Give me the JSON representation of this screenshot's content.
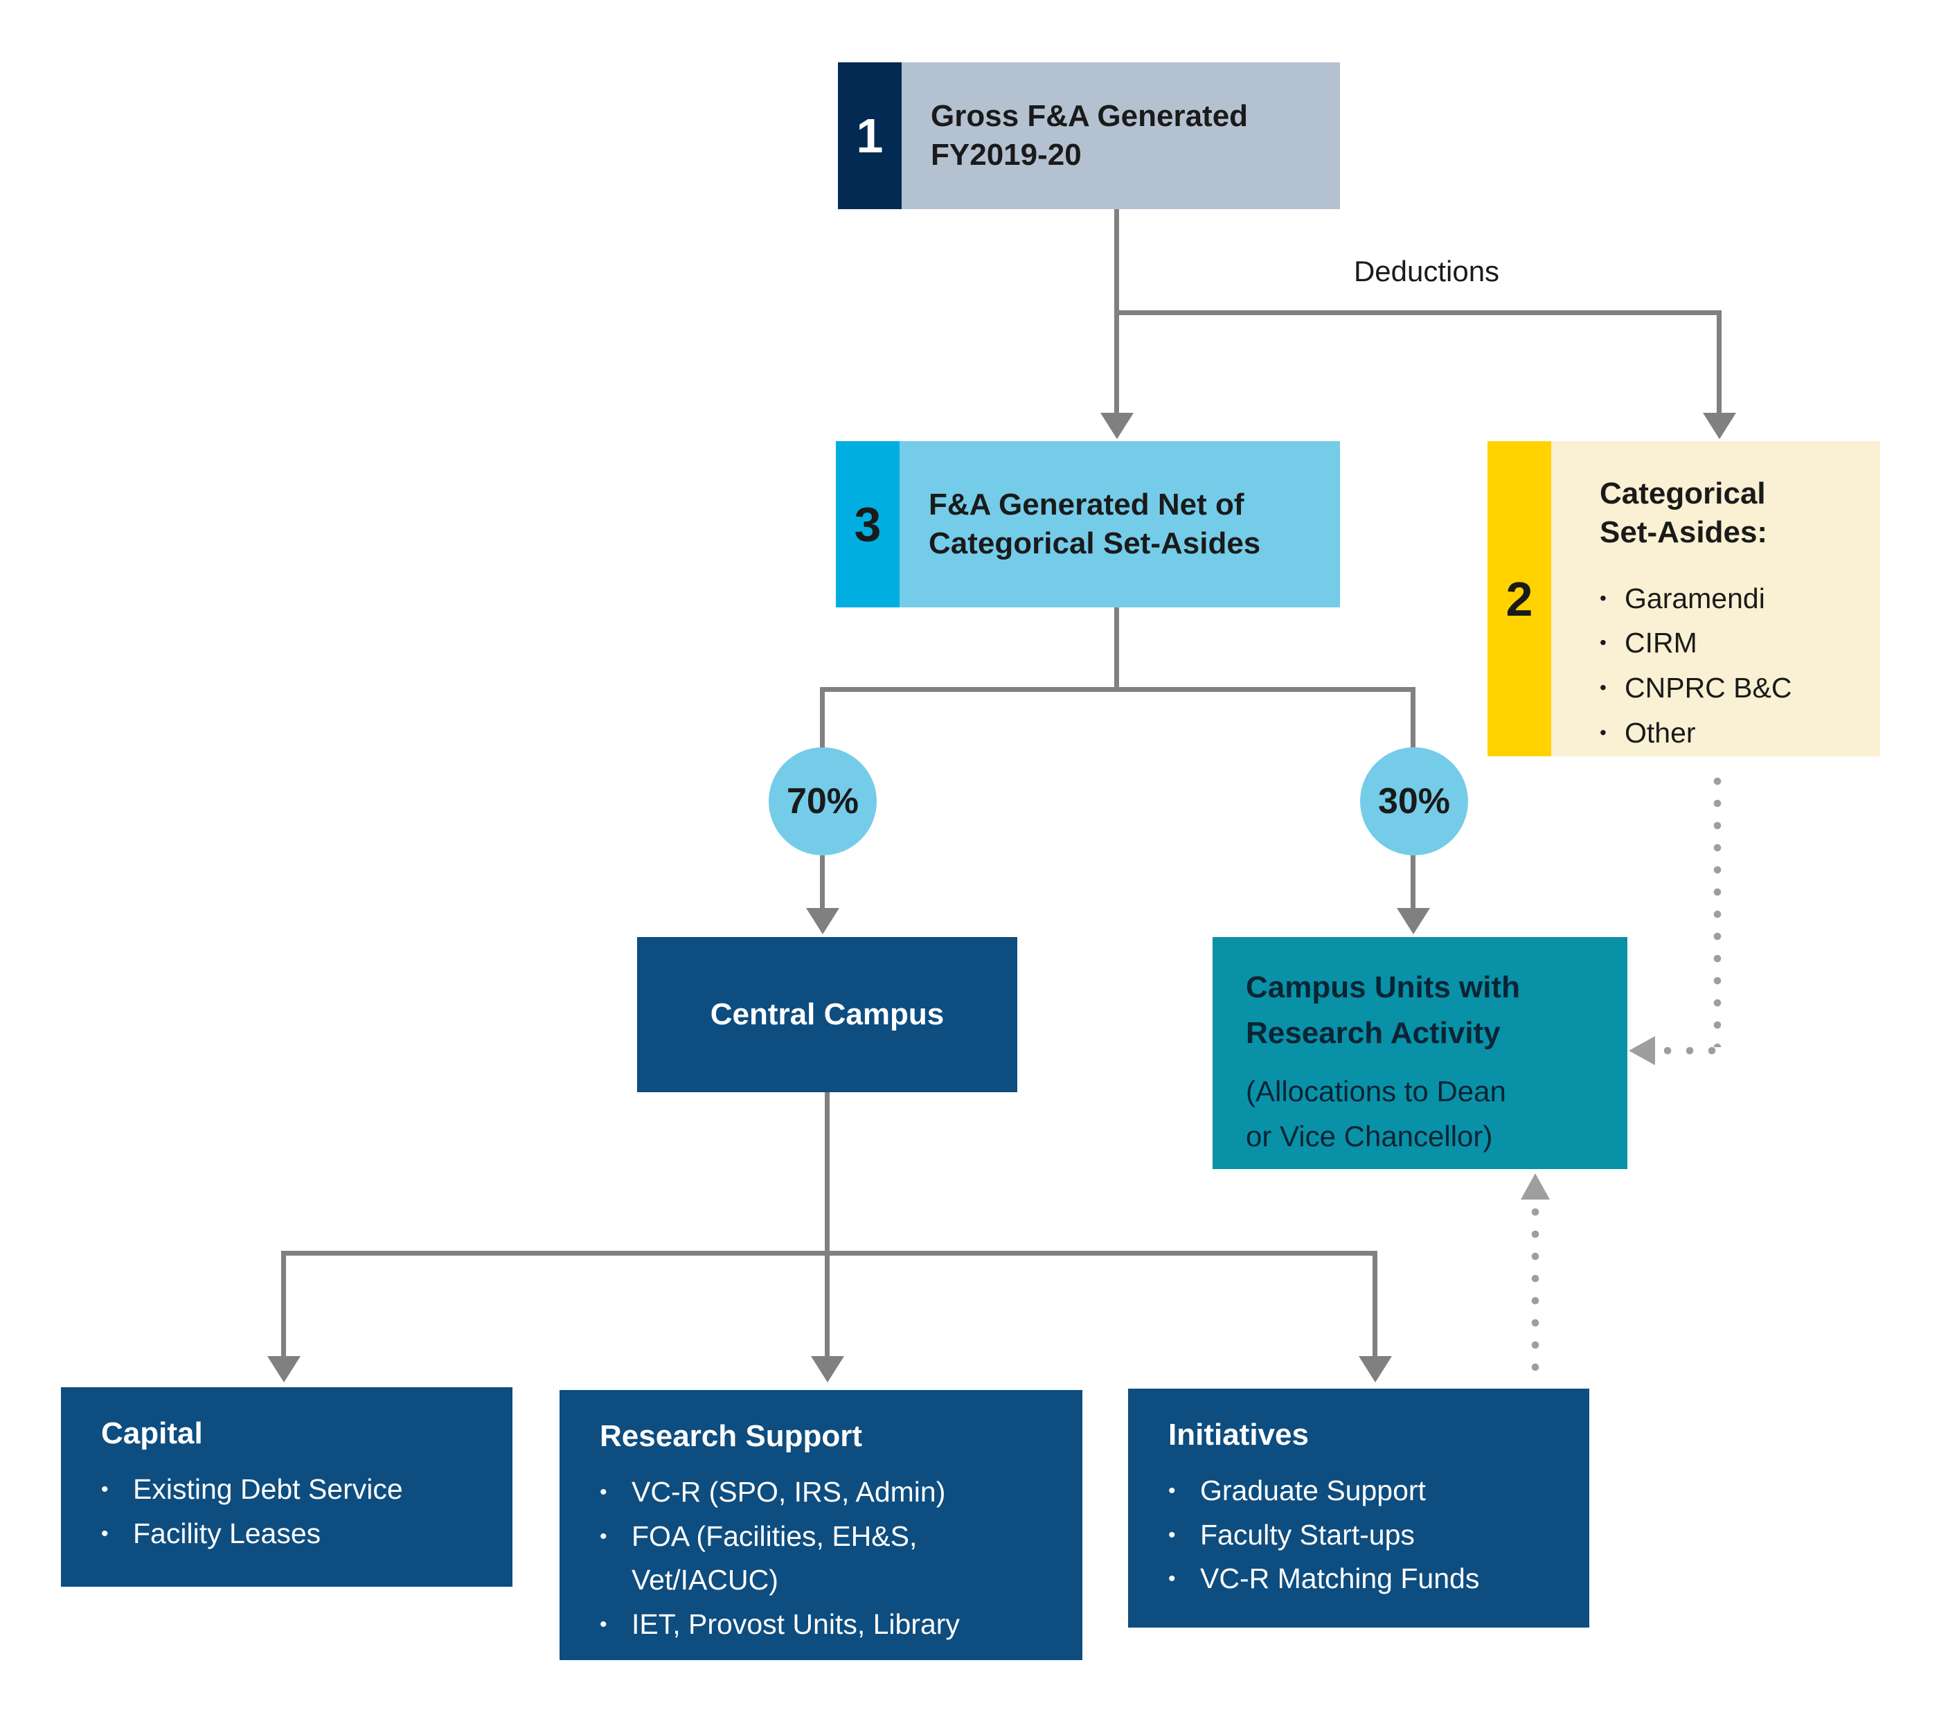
{
  "ui": {
    "bullet_glyph": "•"
  },
  "colors": {
    "navy_dark": "#032A52",
    "gray_blue": "#B4C1D0",
    "cyan": "#00AEE2",
    "light_blue": "#74CCE9",
    "gold": "#FFD200",
    "cream": "#FAF0D3",
    "navy": "#0E4D7F",
    "teal": "#0991A8",
    "line": "#808080",
    "dotted": "#9E9E9E",
    "ink": "#1A1A1A",
    "teal_ink": "#0A2433"
  },
  "flow": {
    "step1": {
      "number": "1",
      "title_line1": "Gross F&A Generated",
      "title_line2": "FY2019-20"
    },
    "deductions_label": "Deductions",
    "step3": {
      "number": "3",
      "title_line1": "F&A Generated Net of",
      "title_line2": "Categorical Set-Asides"
    },
    "step2": {
      "number": "2",
      "heading_line1": "Categorical",
      "heading_line2": "Set-Asides:",
      "bullets": [
        "Garamendi",
        "CIRM",
        "CNPRC B&C",
        "Other"
      ]
    },
    "split": {
      "left_pct": "70%",
      "right_pct": "30%"
    },
    "central_campus": {
      "title": "Central Campus"
    },
    "campus_units": {
      "title_line1": "Campus Units with",
      "title_line2": "Research Activity",
      "subtitle_line1": "(Allocations to Dean",
      "subtitle_line2": "or Vice Chancellor)"
    },
    "capital": {
      "heading": "Capital",
      "bullets": [
        "Existing Debt Service",
        "Facility Leases"
      ]
    },
    "research_support": {
      "heading": "Research Support",
      "bullets": [
        "VC-R (SPO, IRS, Admin)",
        "FOA (Facilities, EH&S, Vet/IACUC)",
        "IET, Provost Units, Library"
      ]
    },
    "initiatives": {
      "heading": "Initiatives",
      "bullets": [
        "Graduate Support",
        "Faculty Start-ups",
        "VC-R Matching Funds"
      ]
    }
  }
}
